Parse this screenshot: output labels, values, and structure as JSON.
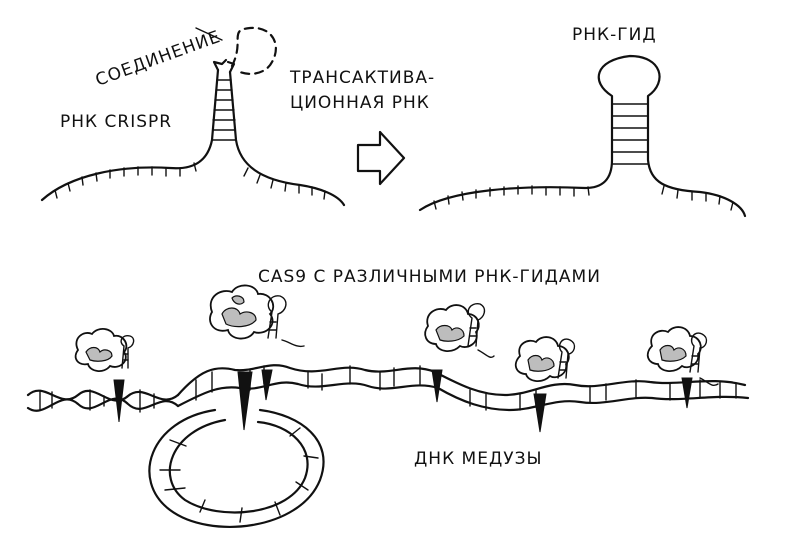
{
  "labels": {
    "join": "СОЕДИНЕНИЕ",
    "crispr_rna": "РНК CRISPR",
    "tracr_line1": "ТРАНСАКТИВА-",
    "tracr_line2": "ЦИОННАЯ РНК",
    "guide_rna": "РНК-ГИД",
    "cas9_title": "CAS9 С РАЗЛИЧНЫМИ РНК-ГИДАМИ",
    "jellyfish_dna": "ДНК МЕДУЗЫ"
  },
  "icons": {
    "arrow": "right-arrow-icon"
  }
}
